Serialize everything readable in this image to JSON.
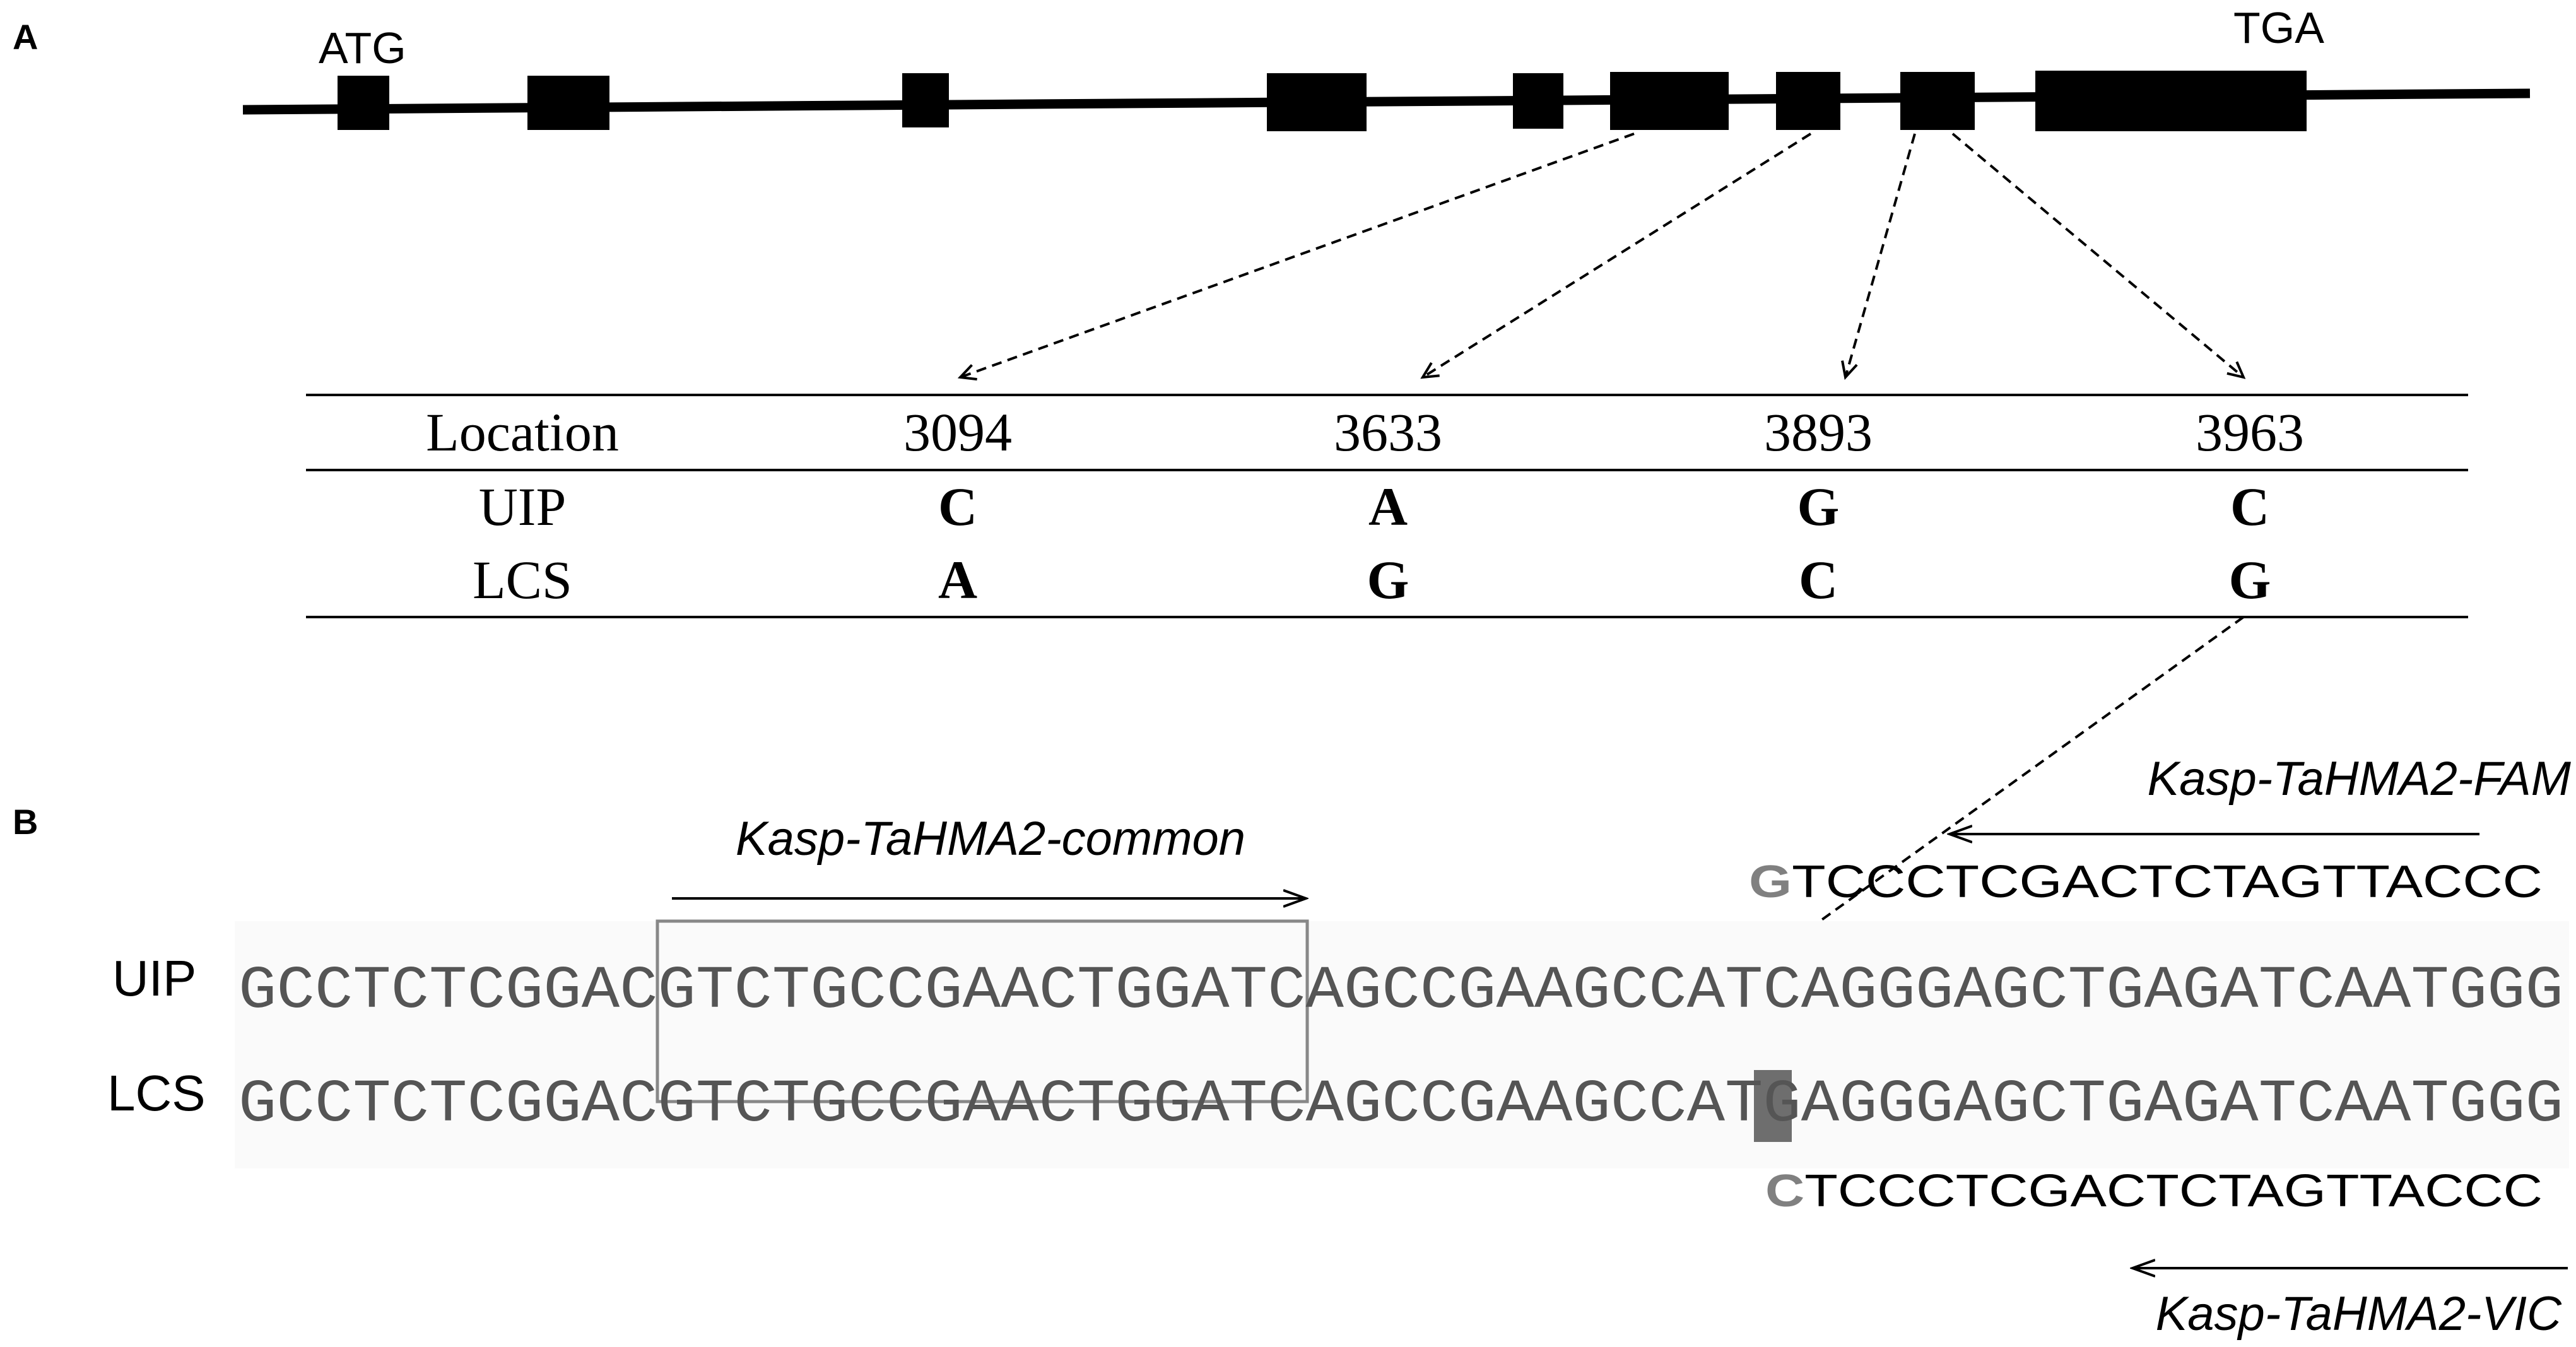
{
  "panel_a": {
    "label": "A",
    "start_codon": "ATG",
    "stop_codon": "TGA",
    "table": {
      "header": [
        "Location",
        "3094",
        "3633",
        "3893",
        "3963"
      ],
      "rows": [
        {
          "name": "UIP",
          "values": [
            "C",
            "A",
            "G",
            "C"
          ]
        },
        {
          "name": "LCS",
          "values": [
            "A",
            "G",
            "C",
            "G"
          ]
        }
      ]
    }
  },
  "panel_b": {
    "label": "B",
    "common_primer": "Kasp-TaHMA2-common",
    "fam_primer": "Kasp-TaHMA2-FAM",
    "vic_primer": "Kasp-TaHMA2-VIC",
    "fam_seq": {
      "snp": "G",
      "rest": "TCCCTCGACTCTAGTTACCC"
    },
    "vic_seq": {
      "snp": "C",
      "rest": "TCCCTCGACTCTAGTTACCC"
    },
    "uip": {
      "label": "UIP",
      "sequence": "GCCTCTCGGACGTCTGCCGAACTGGATCAGCCGAAGCCATCAGGGAGCTGAGATCAATGGG"
    },
    "lcs": {
      "label": "LCS",
      "sequence": "GCCTCTCGGACGTCTGCCGAACTGGATCAGCCGAAGCCATGAGGGAGCTGAGATCAATGGG"
    },
    "colors": {
      "snp_highlight": "#6e6e6e",
      "snp_letter": "#808080",
      "box": "#888888"
    }
  }
}
